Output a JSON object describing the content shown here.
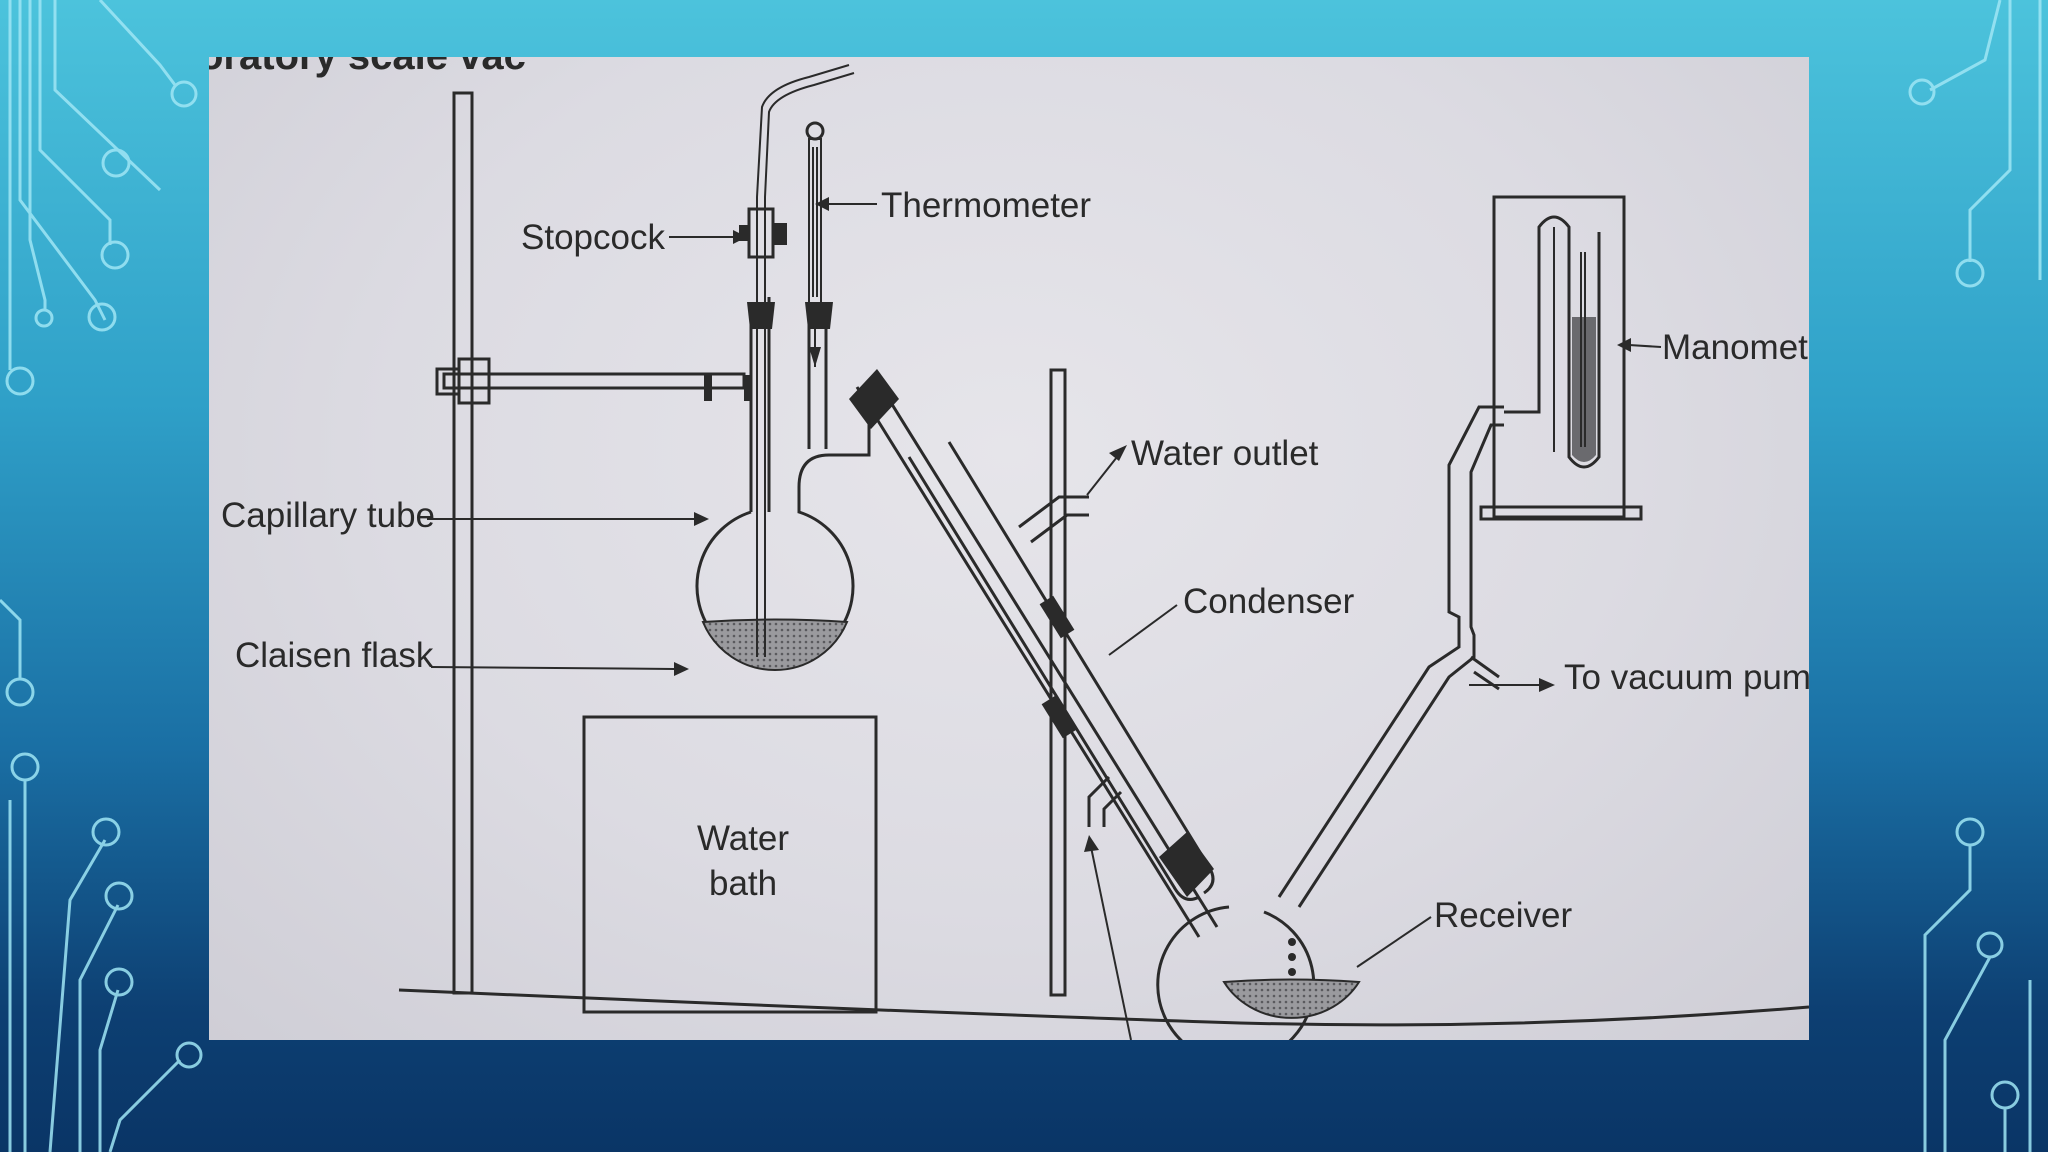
{
  "slide": {
    "header_fragment": "oratory scale vac",
    "labels": {
      "stopcock": "Stopcock",
      "thermometer": "Thermometer",
      "manometer": "Manometer",
      "water_outlet": "Water outlet",
      "capillary_tube": "Capillary tube",
      "condenser": "Condenser",
      "claisen_flask": "Claisen flask",
      "to_vacuum_pump": "To vacuum pump",
      "water_bath_line1": "Water",
      "water_bath_line2": "bath",
      "receiver": "Receiver"
    }
  },
  "colors": {
    "background_top": "#4cc3dc",
    "background_bottom": "#0a3566",
    "circuit_lines": "#9fe6f5",
    "photo_paper": "#dcdbe2",
    "ink": "#2a2a2a"
  }
}
